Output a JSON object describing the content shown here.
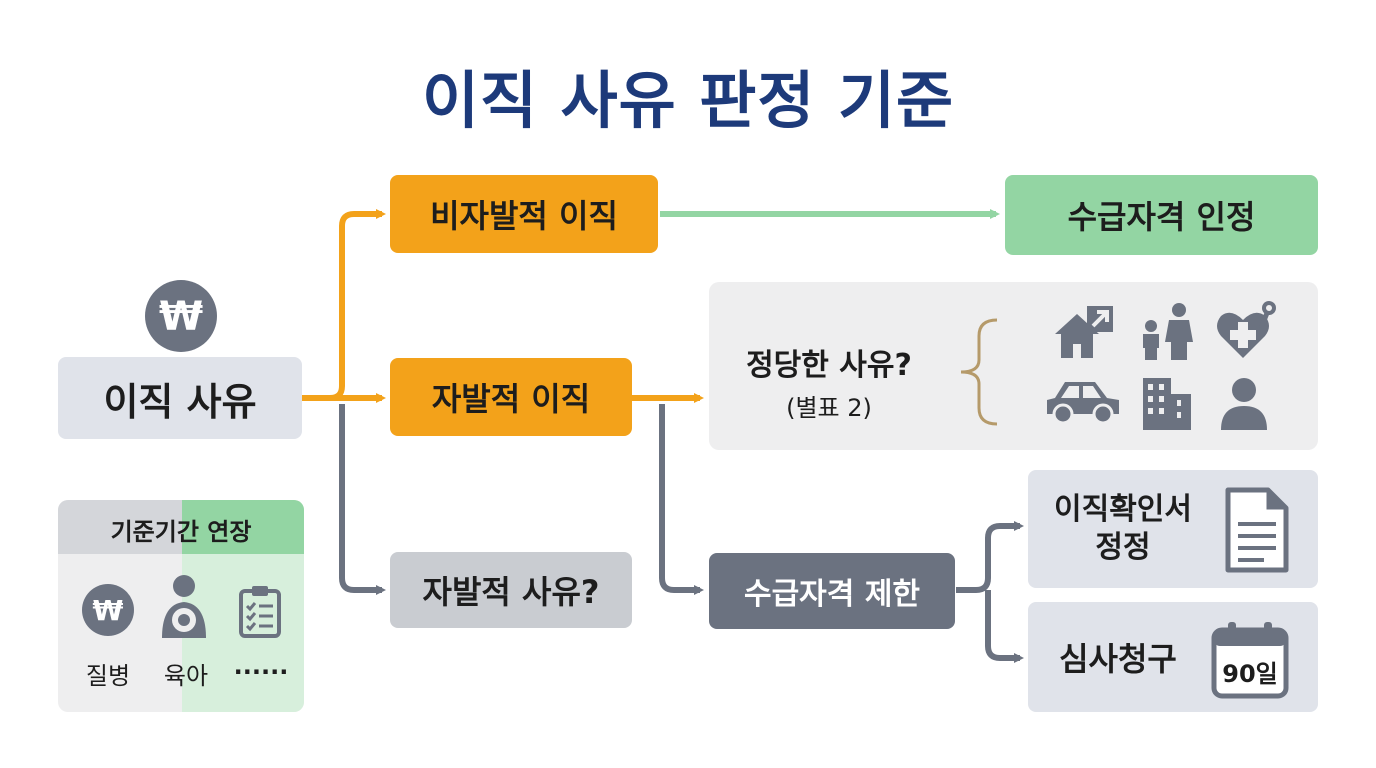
{
  "title": "이직 사유 판정 기준",
  "nodes": {
    "start": "이직 사유",
    "involuntary": "비자발적 이직",
    "eligible": "수급자격 인정",
    "voluntary": "자발적 이직",
    "voluntary_reason": "자발적 사유?",
    "just_cause": "정당한 사유?",
    "just_cause_ref": "(별표 2)",
    "restricted": "수급자격 제한",
    "correction": "이직확인서 정정",
    "review": "심사청구",
    "days": "90일"
  },
  "extension": {
    "header": "기준기간 연장",
    "items": [
      "질병",
      "육아",
      "......"
    ]
  },
  "colors": {
    "title": "#1d3a7a",
    "orange": "#f3a21a",
    "green": "#93d5a3",
    "gray_dark": "#6b7280",
    "gray_light": "#e0e3ea",
    "icon": "#6b7280"
  },
  "icons": [
    "won-icon",
    "house-arrow-icon",
    "family-icon",
    "heart-health-icon",
    "car-icon",
    "building-icon",
    "person-icon",
    "document-icon",
    "calendar-icon",
    "caregiver-icon",
    "checklist-icon"
  ]
}
